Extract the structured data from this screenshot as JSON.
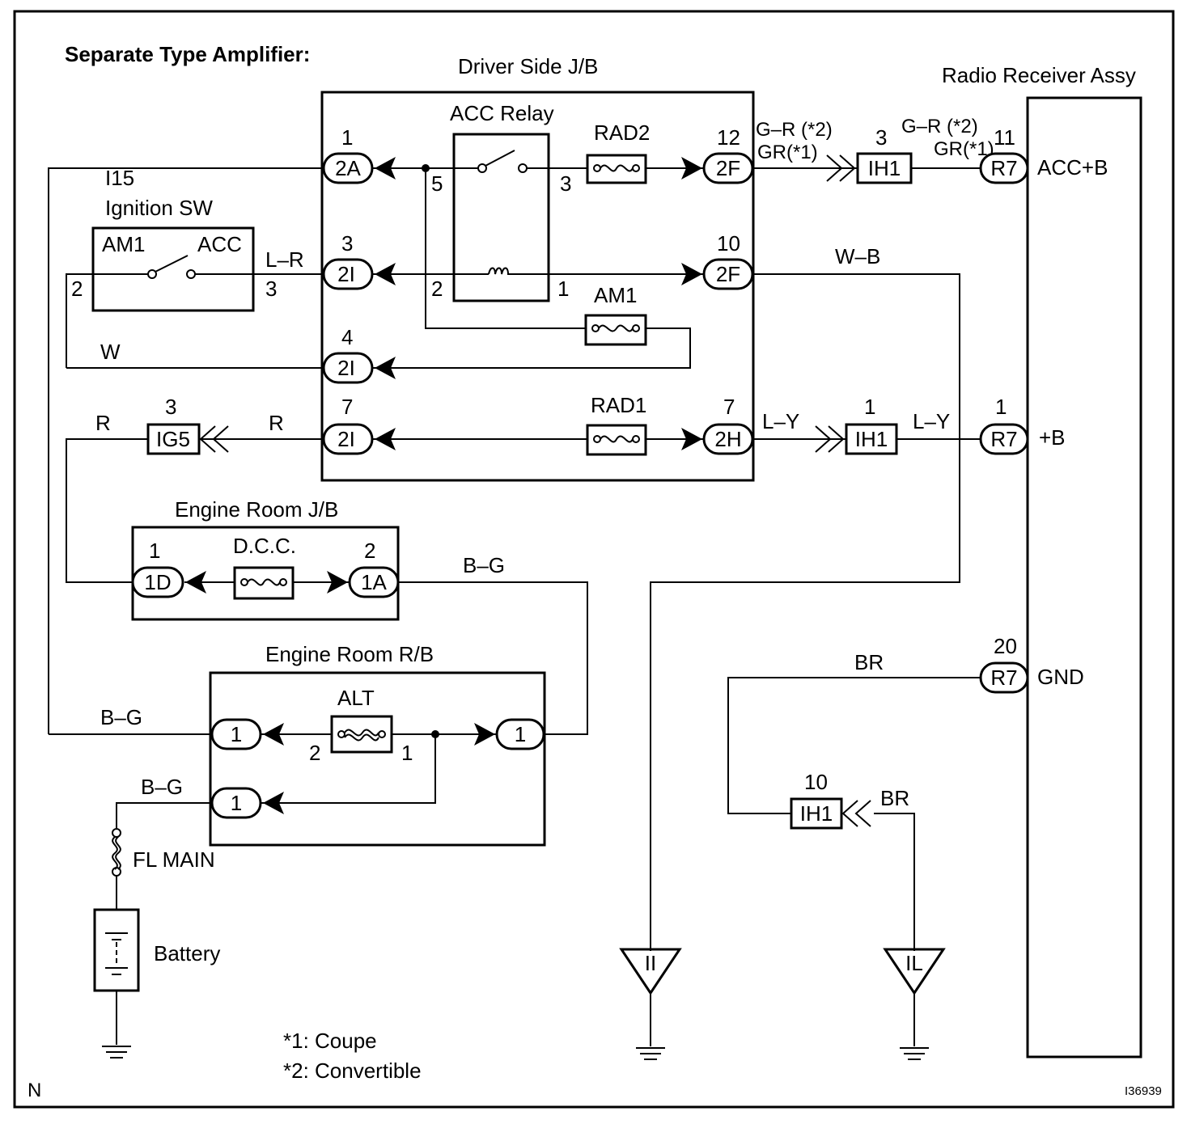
{
  "title": "Separate Type Amplifier:",
  "footer": {
    "left": "N",
    "right": "I36939"
  },
  "notes": [
    "*1: Coupe",
    "*2: Convertible"
  ],
  "components": {
    "driver_jb": "Driver Side J/B",
    "acc_relay": "ACC Relay",
    "radio": "Radio Receiver Assy",
    "ignition_id": "I15",
    "ignition": "Ignition SW",
    "ign_am1": "AM1",
    "ign_acc": "ACC",
    "engine_jb": "Engine Room J/B",
    "engine_rb": "Engine Room R/B",
    "battery": "Battery",
    "fl_main": "FL MAIN"
  },
  "fuses": {
    "rad2": "RAD2",
    "am1": "AM1",
    "rad1": "RAD1",
    "dcc": "D.C.C.",
    "alt": "ALT"
  },
  "connectors": {
    "c_2a": "2A",
    "c_2f_top": "2F",
    "c_2i_a": "2I",
    "c_2f_mid": "2F",
    "c_2i_b": "2I",
    "c_2i_c": "2I",
    "c_2h": "2H",
    "c_ih1_a": "IH1",
    "c_r7_a": "R7",
    "c_ih1_b": "IH1",
    "c_r7_b": "R7",
    "c_ig5": "IG5",
    "c_1d": "1D",
    "c_1a": "1A",
    "c_rb_l1": "1",
    "c_rb_r1": "1",
    "c_rb_l2": "1",
    "c_r7_gnd": "R7",
    "c_ih1_gnd": "IH1"
  },
  "pins": {
    "p_2a": "1",
    "p_2f_top": "12",
    "p_2i_a": "3",
    "p_2f_mid": "10",
    "p_2i_b": "4",
    "p_2i_c": "7",
    "p_2h": "7",
    "p_ih1_a": "3",
    "p_r7_a": "11",
    "p_ih1_b": "1",
    "p_r7_b": "1",
    "p_ig5": "3",
    "p_1d": "1",
    "p_1a": "2",
    "p_r7_gnd": "20",
    "p_ih1_gnd": "10",
    "relay_5": "5",
    "relay_3": "3",
    "relay_2": "2",
    "relay_1": "1",
    "ign_2": "2",
    "ign_3": "3",
    "alt_2": "2",
    "alt_1": "1"
  },
  "wires": {
    "w_gr_a1": "G–R (*2)",
    "w_gr_a2": "GR(*1)",
    "w_gr_b1": "G–R (*2)",
    "w_gr_b2": "GR(*1)",
    "w_lr": "L–R",
    "w_wb": "W–B",
    "w_w": "W",
    "w_r_left": "R",
    "w_r_mid": "R",
    "w_ly_a": "L–Y",
    "w_ly_b": "L–Y",
    "w_bg_top": "B–G",
    "w_bg_mid": "B–G",
    "w_bg_bot": "B–G",
    "w_br_top": "BR",
    "w_br_bot": "BR"
  },
  "terminals": {
    "acc_b": "ACC+B",
    "plus_b": "+B",
    "gnd": "GND"
  },
  "grounds": {
    "ii": "II",
    "il": "IL"
  }
}
